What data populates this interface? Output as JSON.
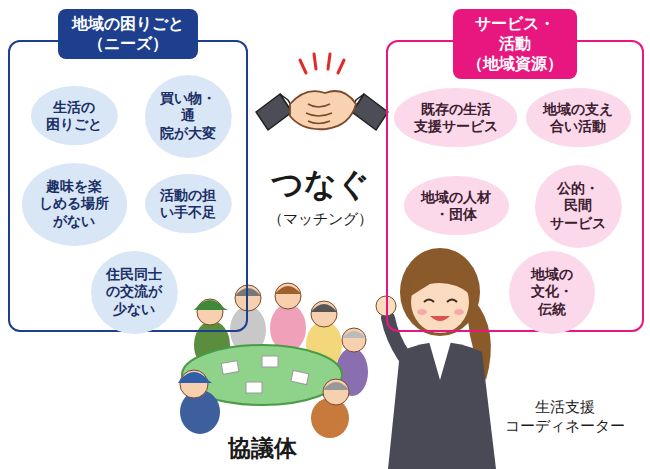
{
  "diagram": {
    "nodes": [
      {
        "text": [
          "地域の困りごと （ニーズ）"
        ]
      },
      {
        "text": [
          "生活の 困りごと"
        ],
        "in": 0
      },
      {
        "text": [
          "買い物・通 院が大変"
        ],
        "in": 0
      },
      {
        "text": [
          "趣味を楽 しめる場所 がない"
        ],
        "in": 0
      },
      {
        "text": [
          "活動の担 い手不足"
        ],
        "in": 0
      },
      {
        "text": [
          "住民同士 の交流が 少ない"
        ],
        "in": 0
      },
      {
        "text": [
          "サービス・活動 （地域資源）"
        ]
      },
      {
        "text": [
          "既存の生活 支援サービス"
        ],
        "in": 6
      },
      {
        "text": [
          "地域の支え 合い活動"
        ],
        "in": 6
      },
      {
        "text": [
          "地域の人材 ・団体"
        ],
        "in": 6
      },
      {
        "text": [
          "公的・民間 サービス"
        ],
        "in": 6
      },
      {
        "text": [
          "地域の 文化・伝統"
        ],
        "in": 6
      }
    ],
    "labels": [
      "つなぐ",
      "（マッチング）",
      "協議体",
      "生活支援 コーディネーター"
    ]
  }
}
